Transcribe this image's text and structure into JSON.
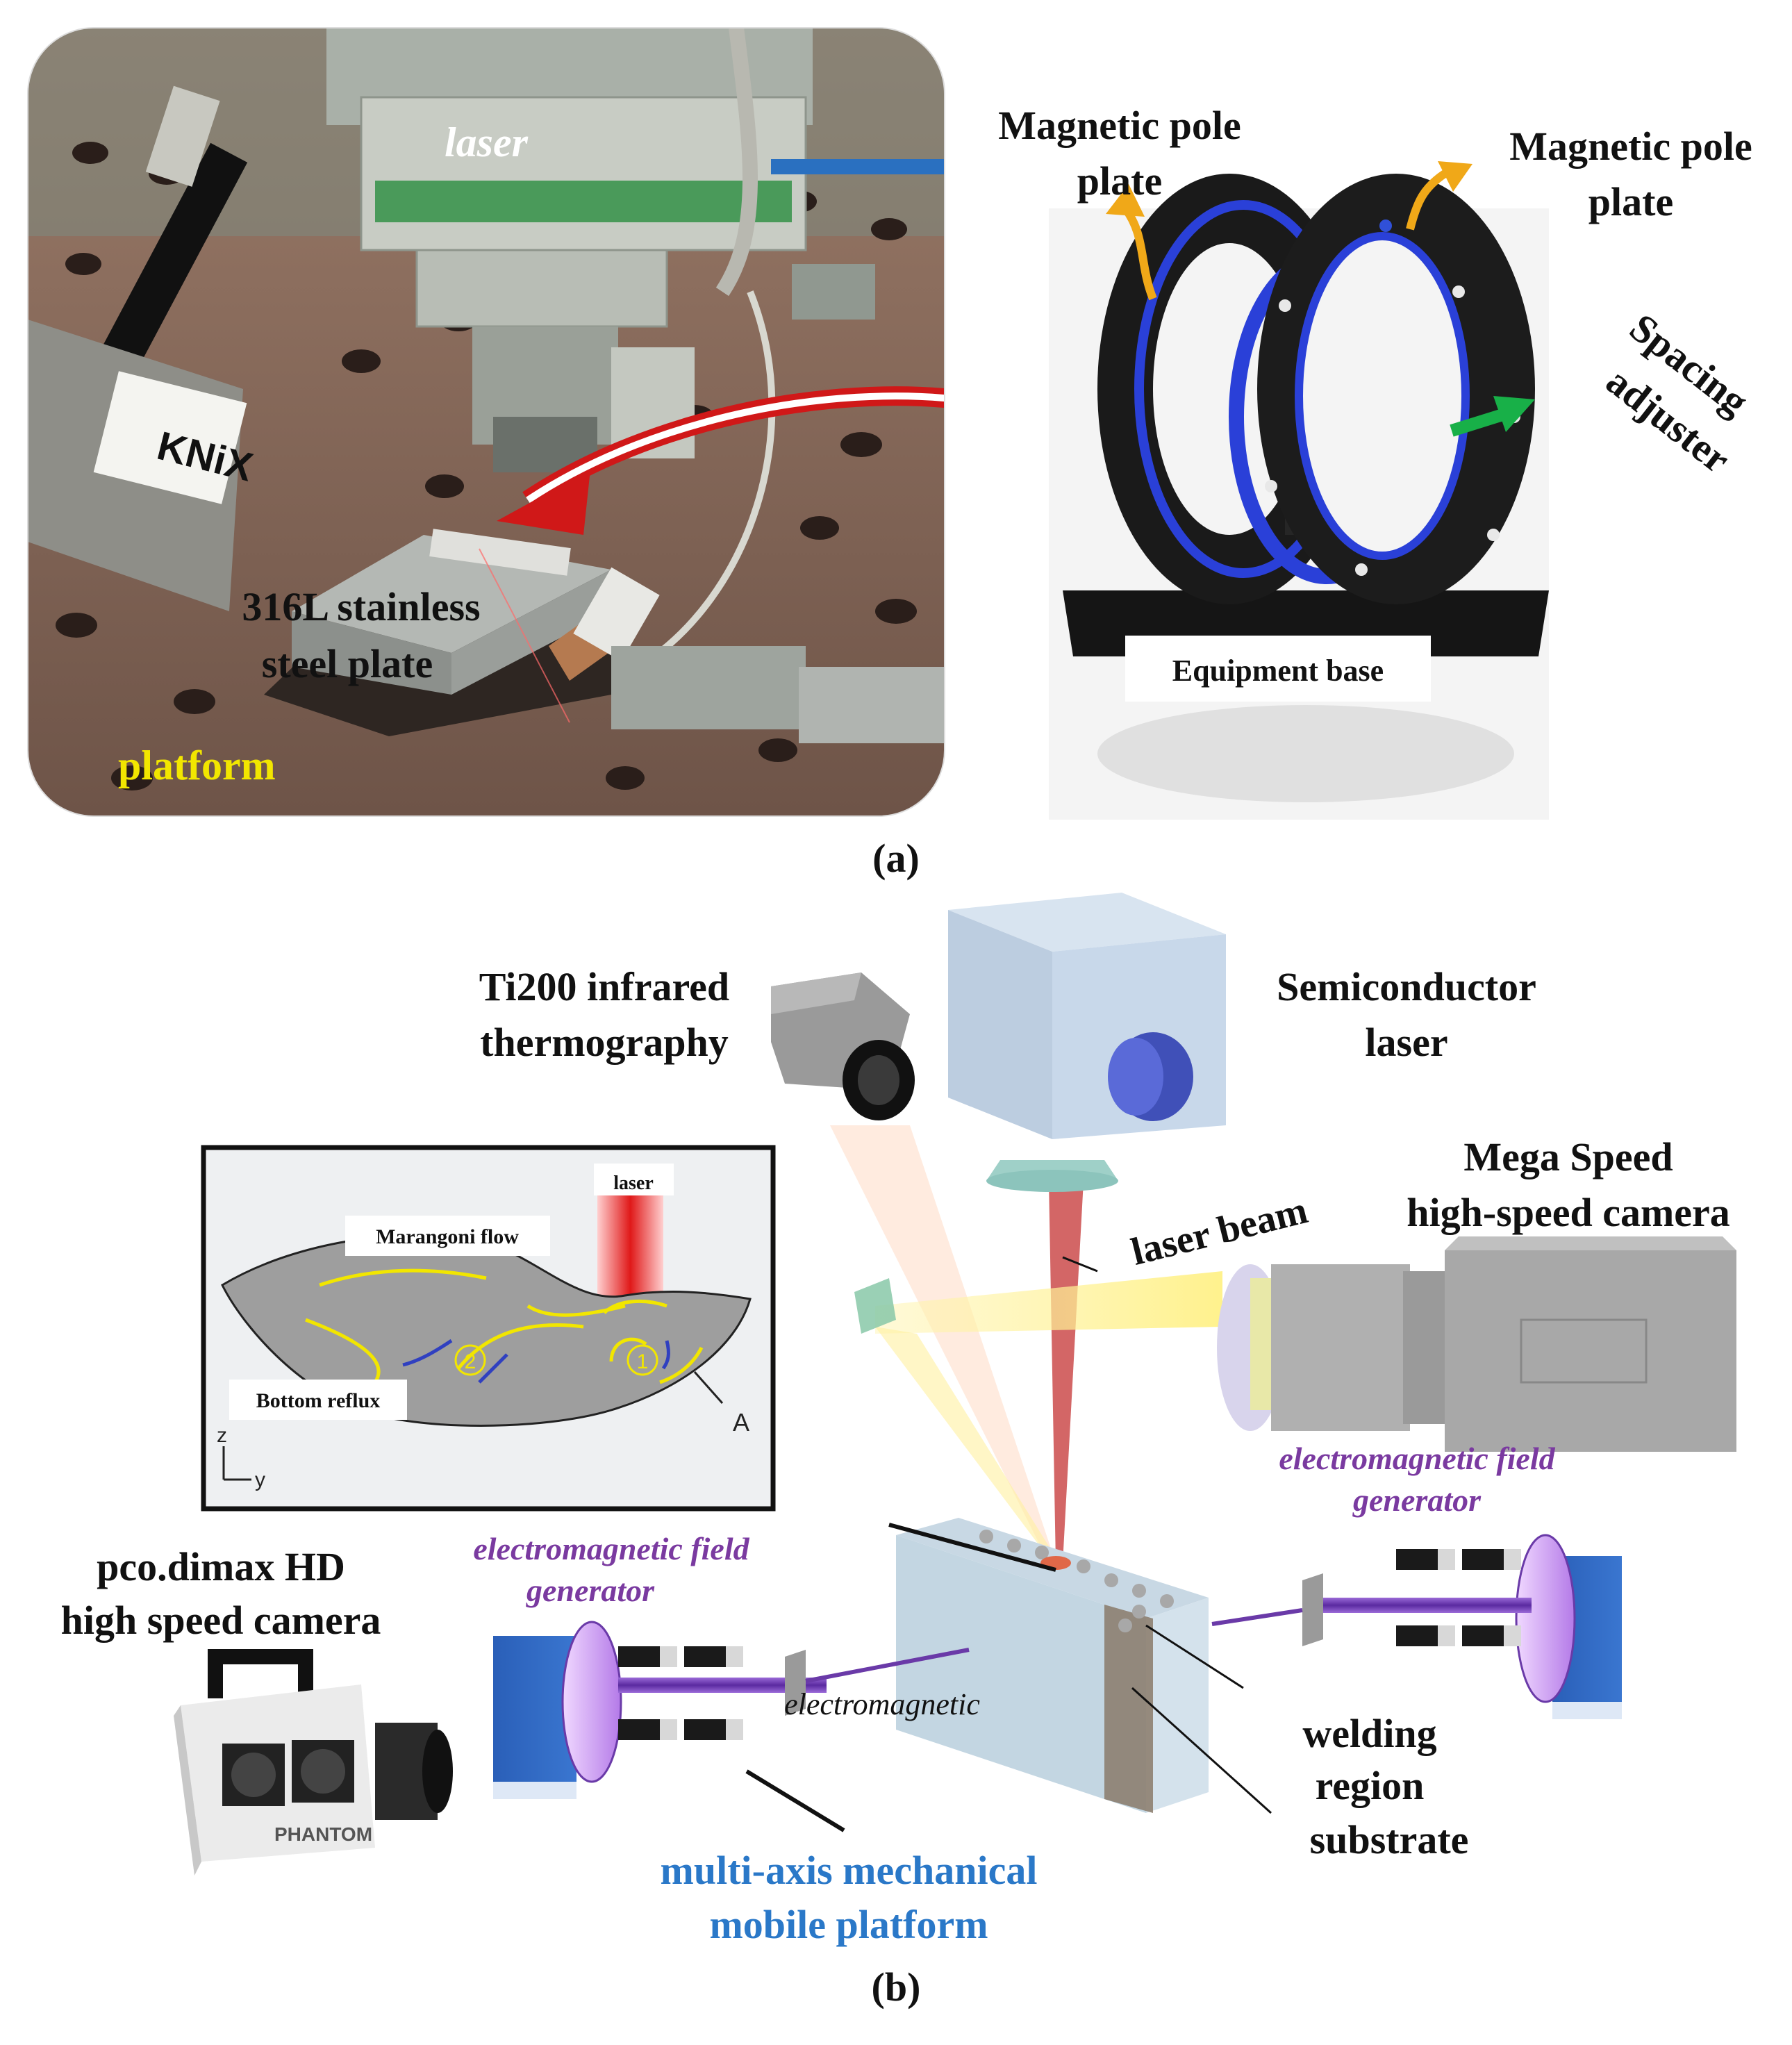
{
  "panel_a": {
    "photo": {
      "laser": "laser",
      "sign": "KNiX",
      "plate_1": "316L stainless",
      "plate_2": "steel plate",
      "platform": "platform"
    },
    "device": {
      "pole_left_1": "Magnetic pole",
      "pole_left_2": "plate",
      "pole_right_1": "Magnetic pole",
      "pole_right_2": "plate",
      "spacing_1": "Spacing",
      "spacing_2": "adjuster",
      "base": "Equipment base"
    },
    "caption": "(a)"
  },
  "panel_b": {
    "ti200_1": "Ti200 infrared",
    "ti200_2": "thermography",
    "semi_1": "Semiconductor",
    "semi_2": "laser",
    "mega_1": "Mega Speed",
    "mega_2": "high-speed camera",
    "laser_beam": "laser beam",
    "inset": {
      "laser": "laser",
      "marangoni": "Marangoni flow",
      "bottom": "Bottom reflux",
      "circle_2": "2",
      "circle_1": "1",
      "point_a": "A",
      "axis_z": "z",
      "axis_y": "y"
    },
    "emf_right_1": "electromagnetic field",
    "emf_right_2": "generator",
    "emf_left_1": "electromagnetic field",
    "emf_left_2": "generator",
    "pco_1": "pco.dimax HD",
    "pco_2": "high speed camera",
    "phantom": "PHANTOM",
    "electromagnetic": "electromagnetic",
    "welding": "welding",
    "region": "region",
    "substrate": "substrate",
    "platform_1": "multi-axis mechanical",
    "platform_2": "mobile platform",
    "caption": "(b)"
  },
  "colors": {
    "yellow_label": "#f2e600",
    "purple_label": "#7a3aa0",
    "blue_label": "#2a78c8",
    "red_arrow": "#d01818",
    "orange_arrow": "#f0a818",
    "green_arrow": "#18b048"
  }
}
